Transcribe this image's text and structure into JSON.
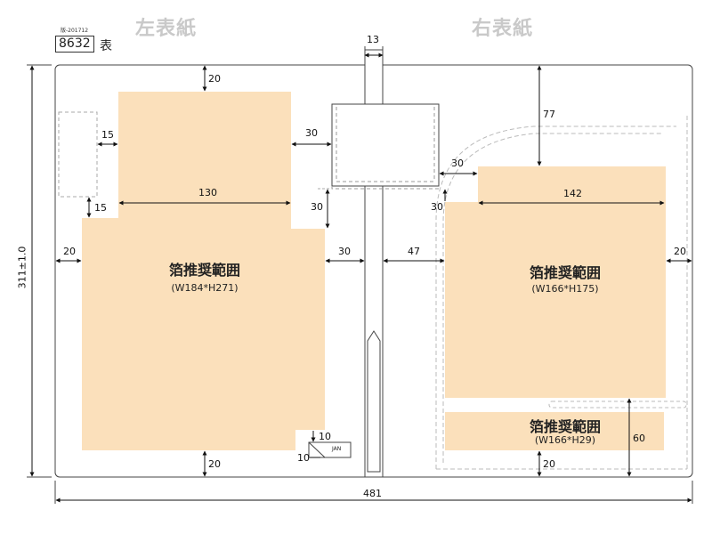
{
  "headers": {
    "left_cover": "左表紙",
    "right_cover": "右表紙"
  },
  "meta": {
    "revision": "版-201712",
    "product_code": "8632",
    "side_label": "表"
  },
  "left_area": {
    "title": "箔推奨範囲",
    "size": "(W184*H271)"
  },
  "right_area_main": {
    "title": "箔推奨範囲",
    "size": "(W166*H175)"
  },
  "right_area_bottom": {
    "title": "箔推奨範囲",
    "size": "(W166*H29)"
  },
  "jan_label": "JAN",
  "dimensions": {
    "spine_width": "13",
    "left_top_margin": "20",
    "left_upper_side_gap": "15",
    "left_upper_to_spine_gap": "30",
    "left_upper_width": "130",
    "left_step_vertical": "15",
    "left_step_right": "30",
    "left_outer_margin": "20",
    "left_to_spine": "30",
    "left_bottom_margin": "20",
    "jan_height": "10",
    "jan_width": "10",
    "right_top_gap": "77",
    "right_step_horizontal": "30",
    "right_upper_width": "142",
    "right_step_vertical": "30",
    "spine_to_right": "47",
    "right_outer_margin": "20",
    "right_bottom_height": "60",
    "right_bottom_margin": "20",
    "total_width": "481",
    "total_height": "311±1.0"
  }
}
